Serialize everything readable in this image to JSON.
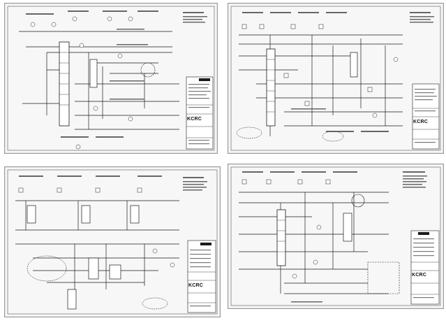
{
  "sheets": [
    {
      "id": "sheet-1",
      "brand": "KCRC"
    },
    {
      "id": "sheet-2",
      "brand": "KCRC"
    },
    {
      "id": "sheet-3",
      "brand": "KCRC"
    },
    {
      "id": "sheet-4",
      "brand": "KCRC"
    }
  ],
  "colors": {
    "line": "#1a1a1a",
    "paper": "#f7f7f7",
    "frame": "#9a9a9a"
  }
}
